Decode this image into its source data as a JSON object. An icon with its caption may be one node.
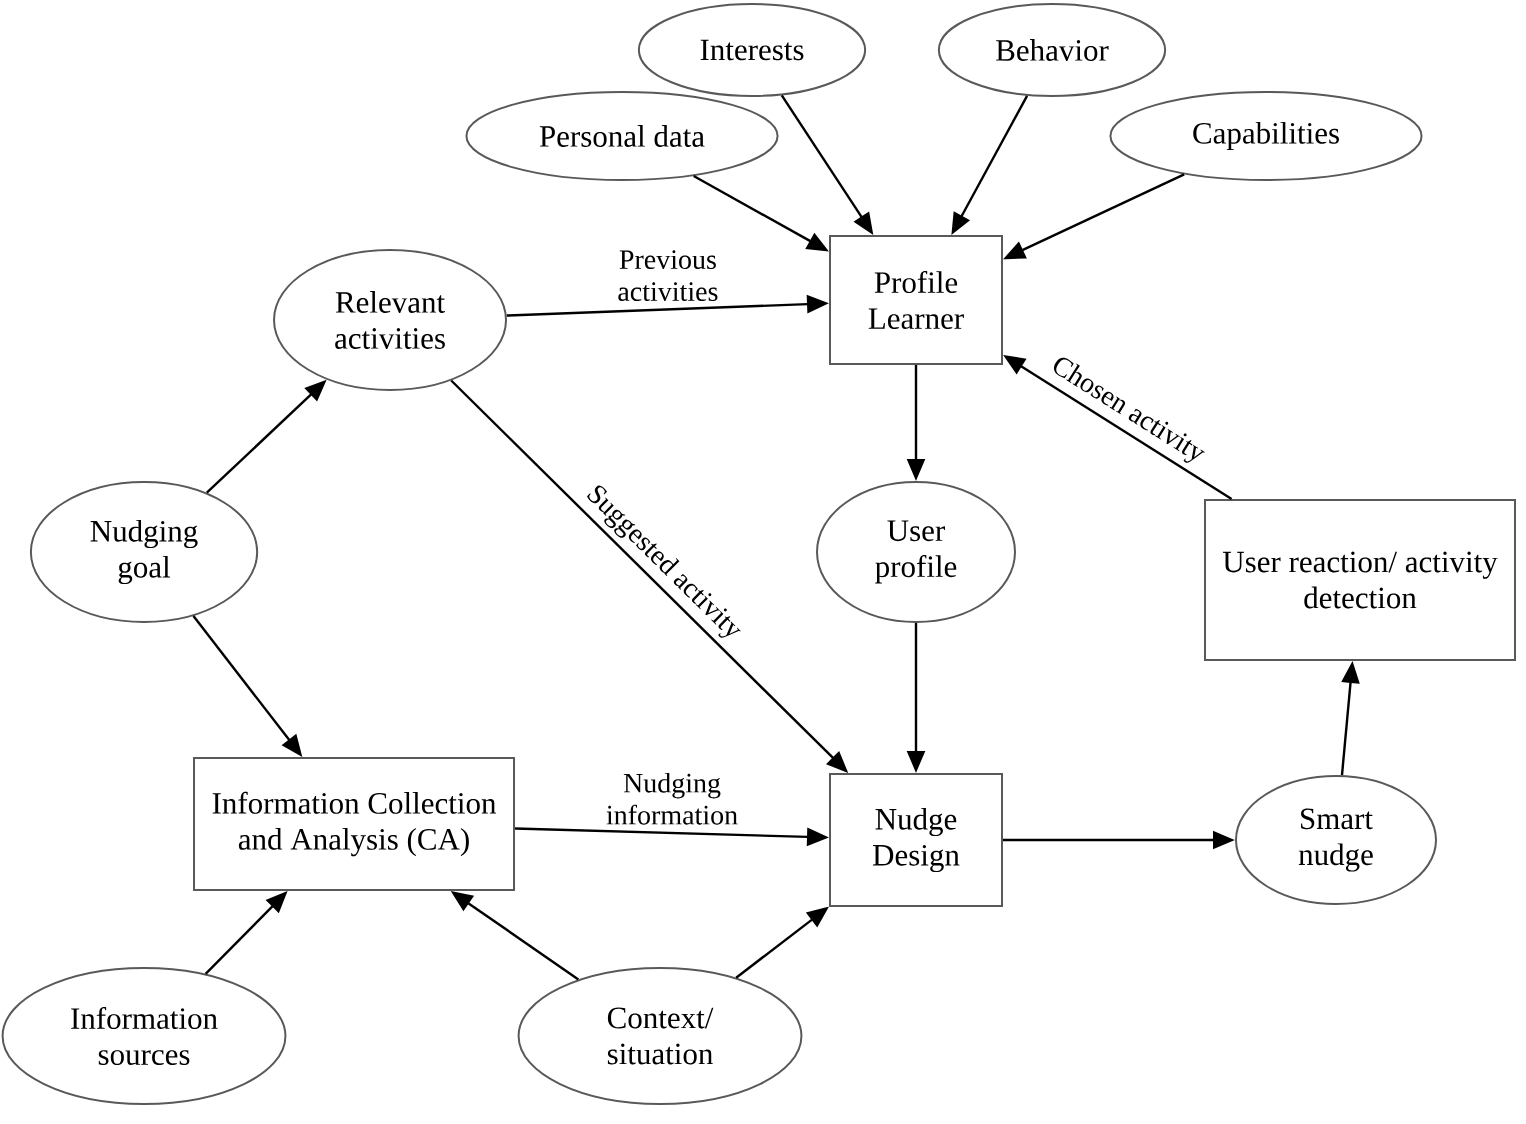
{
  "diagram": {
    "nodes": [
      {
        "text": [
          "Interests"
        ]
      },
      {
        "text": [
          "Behavior"
        ]
      },
      {
        "text": [
          "Personal data"
        ]
      },
      {
        "text": [
          "Capabilities"
        ]
      },
      {
        "text": [
          "Relevant activities"
        ]
      },
      {
        "text": [
          "Profile Learner"
        ]
      },
      {
        "text": [
          "Nudging goal"
        ]
      },
      {
        "text": [
          "User profile"
        ]
      },
      {
        "text": [
          "User reaction/ activity detection"
        ]
      },
      {
        "text": [
          "Information Collection and Analysis (CA)"
        ]
      },
      {
        "text": [
          "Nudge Design"
        ]
      },
      {
        "text": [
          "Smart nudge"
        ]
      },
      {
        "text": [
          "Information sources"
        ]
      },
      {
        "text": [
          "Context/ situation"
        ]
      }
    ],
    "edges": [
      {
        "from": 2,
        "to": 5,
        "arrow": "to"
      },
      {
        "from": 0,
        "to": 5,
        "arrow": "to"
      },
      {
        "from": 1,
        "to": 5,
        "arrow": "to"
      },
      {
        "from": 3,
        "to": 5,
        "arrow": "to"
      },
      {
        "from": 4,
        "to": 5,
        "arrow": "to",
        "label": "Previous activities"
      },
      {
        "from": 8,
        "to": 5,
        "arrow": "to",
        "label": "Chosen activity"
      },
      {
        "from": 5,
        "to": 7,
        "arrow": "to"
      },
      {
        "from": 6,
        "to": 4,
        "arrow": "to"
      },
      {
        "from": 6,
        "to": 9,
        "arrow": "to"
      },
      {
        "from": 4,
        "to": 10,
        "arrow": "to",
        "label": "Suggested activity"
      },
      {
        "from": 7,
        "to": 10,
        "arrow": "to"
      },
      {
        "from": 9,
        "to": 10,
        "arrow": "to",
        "label": "Nudging information"
      },
      {
        "from": 10,
        "to": 11,
        "arrow": "to"
      },
      {
        "from": 11,
        "to": 8,
        "arrow": "to"
      },
      {
        "from": 12,
        "to": 9,
        "arrow": "to"
      },
      {
        "from": 13,
        "to": 9,
        "arrow": "to"
      },
      {
        "from": 13,
        "to": 10,
        "arrow": "to"
      }
    ]
  }
}
